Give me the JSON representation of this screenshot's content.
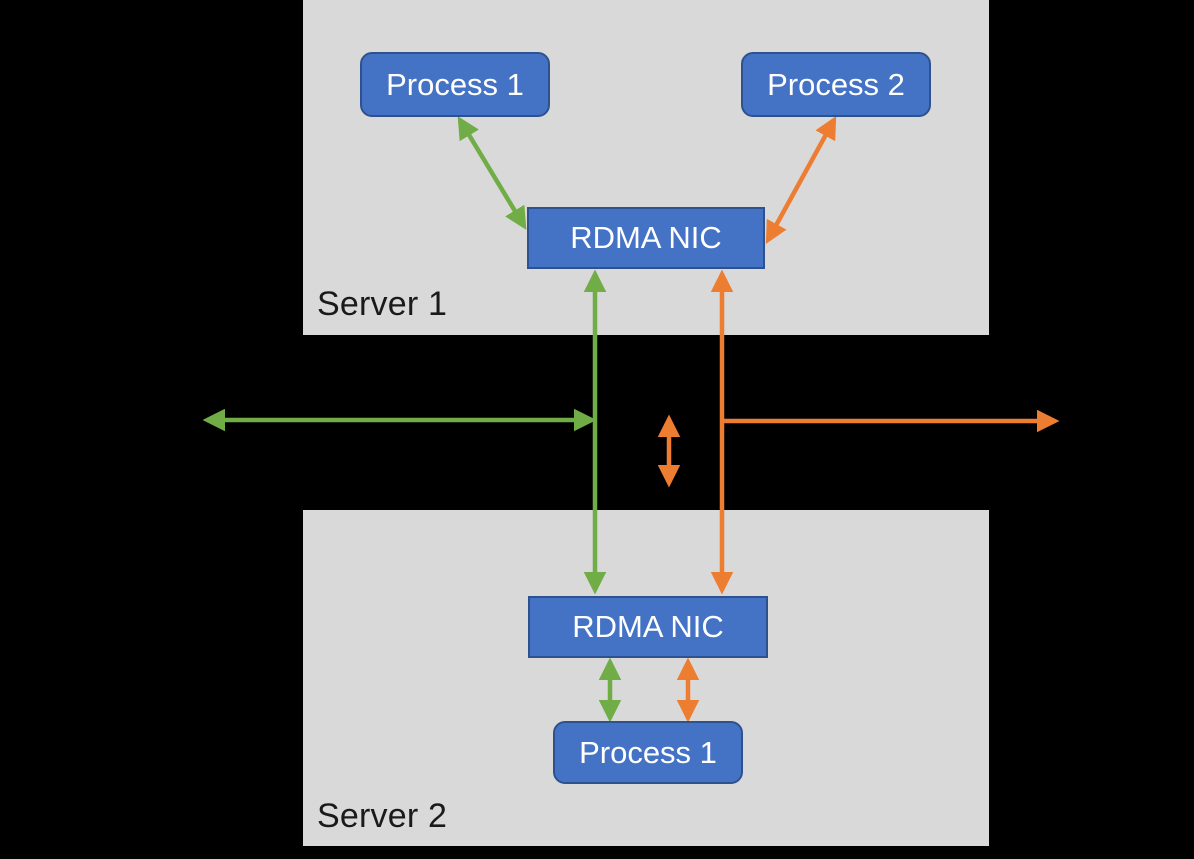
{
  "diagram": {
    "title": "RDMA two-server process communication",
    "background_color": "#000000",
    "panel_color": "#D9D9D9",
    "node_fill": "#4472C4",
    "node_border": "#2E528F",
    "node_text_color": "#FFFFFF",
    "flow_green": "#70AD47",
    "flow_orange": "#ED7D31"
  },
  "servers": [
    {
      "id": "server-1",
      "label": "Server 1",
      "nodes": [
        {
          "id": "s1-process-1",
          "label": "Process 1",
          "shape": "rounded-rect"
        },
        {
          "id": "s1-process-2",
          "label": "Process 2",
          "shape": "rounded-rect"
        },
        {
          "id": "s1-rdma-nic",
          "label": "RDMA NIC",
          "shape": "rect"
        }
      ]
    },
    {
      "id": "server-2",
      "label": "Server 2",
      "nodes": [
        {
          "id": "s2-rdma-nic",
          "label": "RDMA NIC",
          "shape": "rect"
        },
        {
          "id": "s2-process-1",
          "label": "Process 1",
          "shape": "rounded-rect"
        }
      ]
    }
  ],
  "connections": [
    {
      "id": "s1-p1-to-nic",
      "color": "#70AD47",
      "arrowheads": "both",
      "from": "s1-process-1",
      "to": "s1-rdma-nic"
    },
    {
      "id": "s1-nic-to-p2",
      "color": "#ED7D31",
      "arrowheads": "both",
      "from": "s1-rdma-nic",
      "to": "s1-process-2"
    },
    {
      "id": "green-nic-to-nic",
      "color": "#70AD47",
      "arrowheads": "both",
      "from": "s2-rdma-nic",
      "to": "s1-rdma-nic"
    },
    {
      "id": "orange-nic-to-nic",
      "color": "#ED7D31",
      "arrowheads": "both",
      "from": "s1-rdma-nic",
      "to": "s2-rdma-nic"
    },
    {
      "id": "green-network-line",
      "color": "#70AD47",
      "arrowheads": "both",
      "from": "green-vertical-link",
      "to": "network-left"
    },
    {
      "id": "orange-network-line",
      "color": "#ED7D31",
      "arrowheads": "single",
      "from": "orange-vertical-link",
      "to": "network-right"
    },
    {
      "id": "orange-short-link",
      "color": "#ED7D31",
      "arrowheads": "both",
      "from": "network-mid-top",
      "to": "network-mid-bottom"
    },
    {
      "id": "s2-nic-to-p1-green",
      "color": "#70AD47",
      "arrowheads": "both",
      "from": "s2-rdma-nic",
      "to": "s2-process-1"
    },
    {
      "id": "s2-nic-to-p1-orange",
      "color": "#ED7D31",
      "arrowheads": "both",
      "from": "s2-rdma-nic",
      "to": "s2-process-1"
    }
  ]
}
